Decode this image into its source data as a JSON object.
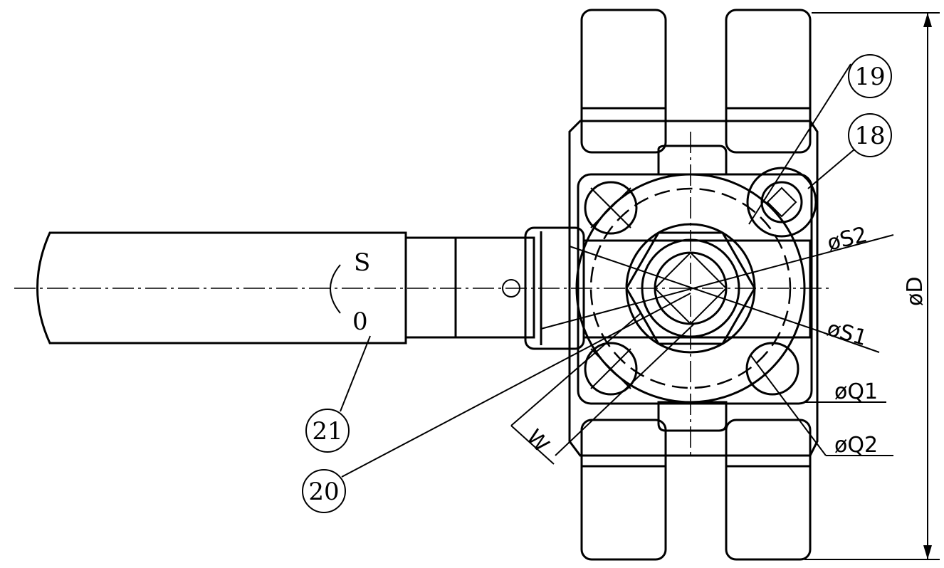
{
  "title": "Ball valve with lever handle — front view",
  "callouts": [
    {
      "id": "callout-19",
      "text": "19"
    },
    {
      "id": "callout-18",
      "text": "18"
    },
    {
      "id": "callout-21",
      "text": "21"
    },
    {
      "id": "callout-20",
      "text": "20"
    }
  ],
  "handle_marks": {
    "shut": "S",
    "open": "0"
  },
  "dimensions": {
    "s2": "øS2",
    "s1": "øS1",
    "q1": "øQ1",
    "q2": "øQ2",
    "d": "øD",
    "w": "W"
  }
}
